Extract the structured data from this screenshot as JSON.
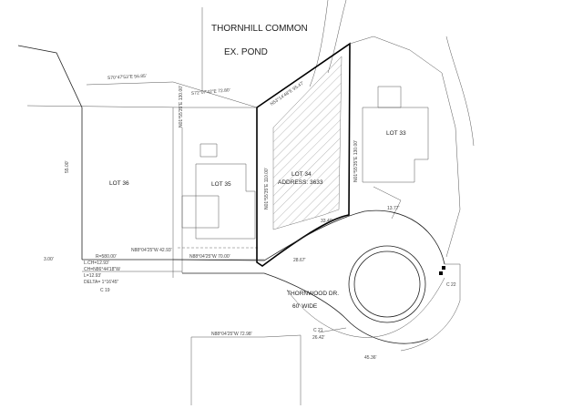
{
  "texts": {
    "common_name": "THORNHILL COMMON",
    "pond": "EX. POND",
    "lot36": "LOT 36",
    "lot35": "LOT 35",
    "lot34": "LOT 34",
    "address": "ADDRESS: 3633",
    "lot33": "LOT 33",
    "road_name": "THORNWOOD DR.",
    "road_width": "60' WIDE",
    "brg_s70": "S70°47'53\"E 56.85'",
    "brg_s72": "S72°07'42\"E 72.80'",
    "brg_n53": "N53°14'48\"E 95.47'",
    "brg_n01_110": "N01°55'35\"E 110.00'",
    "brg_n01_130": "N01°55'35\"E 130.00'",
    "brg_n88_4293": "N88°04'25\"W 42.93'",
    "brg_n88_7000": "N88°04'25\"W 70.00'",
    "brg_n88_7298": "N88°04'25\"W 72.98'",
    "dim_2867": "28.67'",
    "dim_3340": "33.40'",
    "dim_1377": "13.77'",
    "dim_2642": "26.42'",
    "dim_4536": "45.36'",
    "curve_c21": "C 21",
    "curve_c22": "C 22",
    "curve_c19": "C 19",
    "curve_data_1": "L.CH=12.93'",
    "curve_data_2": "CH=N86°44'18\"W",
    "curve_data_3": "R=580.00'",
    "curve_data_4": "L=12.93'",
    "curve_data_5": "DELTA= 1°16'45\"",
    "edge_left": "3.00'",
    "edge_ext": "55.00'"
  }
}
